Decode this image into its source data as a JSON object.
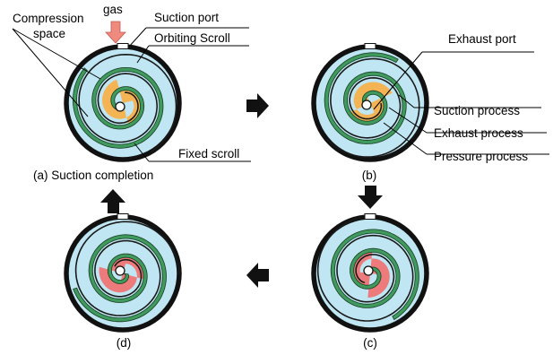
{
  "labels": {
    "compression_space_line1": "Compression",
    "compression_space_line2": "space",
    "gas": "gas",
    "suction_port": "Suction port",
    "orbiting_scroll": "Orbiting Scroll",
    "fixed_scroll": "Fixed scroll",
    "exhaust_port": "Exhaust port",
    "suction_process": "Suction process",
    "exhaust_process": "Exhaust process",
    "pressure_process": "Pressure process"
  },
  "stages": [
    {
      "id": "a",
      "caption": "(a) Suction completion",
      "pocket_color": "#f5b454",
      "orientation_deg": 0
    },
    {
      "id": "b",
      "caption": "(b)",
      "pocket_color": "#f5b454",
      "orientation_deg": 80
    },
    {
      "id": "c",
      "caption": "(c)",
      "pocket_color": "#ee7b7b",
      "orientation_deg": 200
    },
    {
      "id": "d",
      "caption": "(d)",
      "pocket_color": "#ee7b7b",
      "orientation_deg": 300
    }
  ],
  "colors": {
    "housing_fill": "#bfe6f2",
    "housing_ring": "#111111",
    "orbiting_scroll": "#3f9a5e",
    "orbiting_scroll_outline": "#1a3b22",
    "fixed_scroll": "#1a1a1a",
    "inlet_arrow": "#ef8a7e",
    "cycle_arrow": "#111111"
  }
}
